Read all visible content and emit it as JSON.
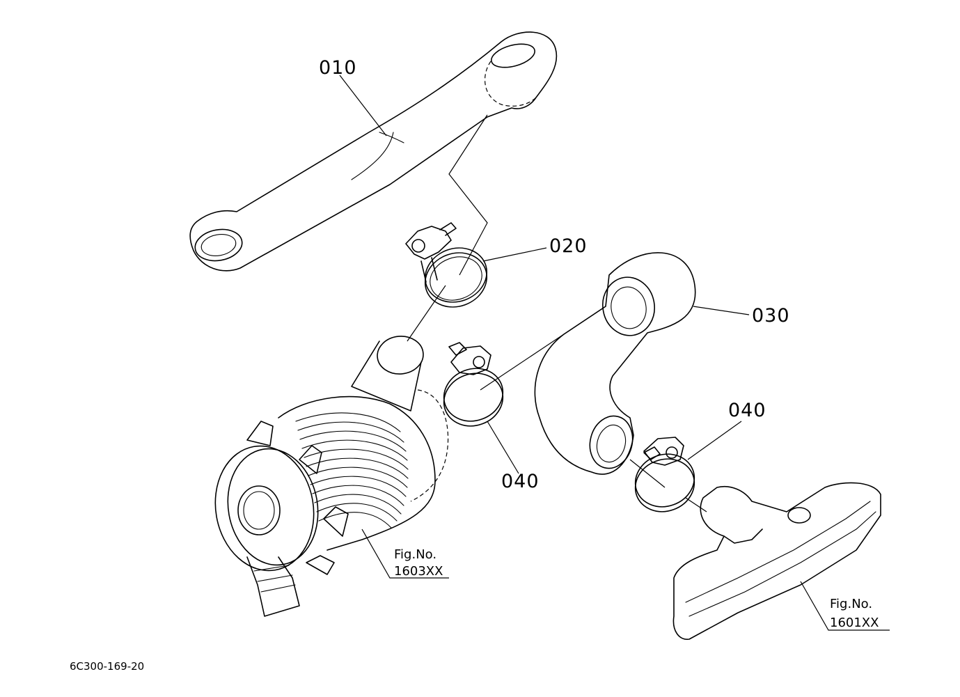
{
  "labels": {
    "part_010": "010",
    "part_020": "020",
    "part_030": "030",
    "part_040_left": "040",
    "part_040_right": "040"
  },
  "references": {
    "fig_left_title": "Fig.No.",
    "fig_left_number": "1603XX",
    "fig_right_title": "Fig.No.",
    "fig_right_number": "1601XX"
  },
  "diagram_code": "6C300-169-20"
}
